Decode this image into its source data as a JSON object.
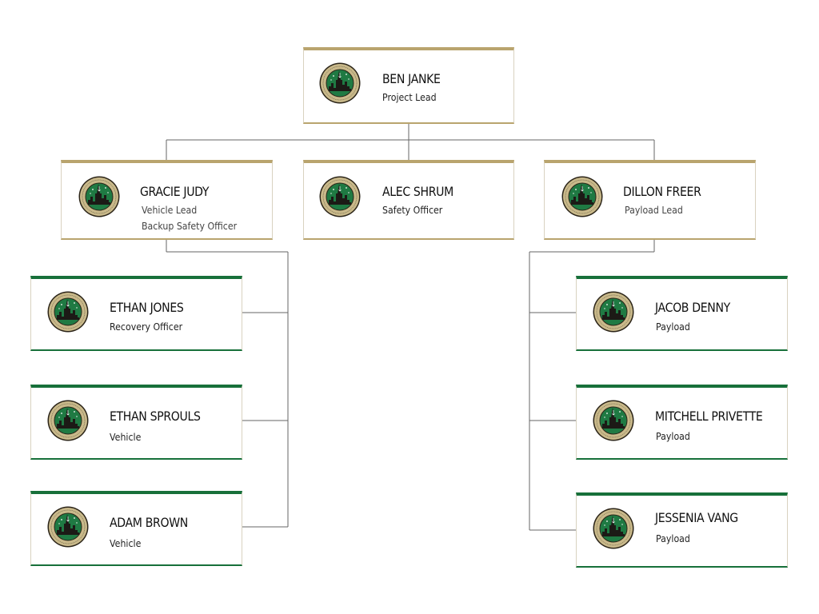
{
  "colors": {
    "gold": "#b9a46e",
    "green": "#17703a",
    "connector": "#666666"
  },
  "logo": {
    "icon": "team-logo-icon",
    "arc_text": "49th ROCKETRY TEAM",
    "bottom_text": "UNC CHARLOTTE"
  },
  "members": {
    "ben": {
      "name": "BEN JANKE",
      "roles": [
        "Project Lead"
      ]
    },
    "gracie": {
      "name": "GRACIE JUDY",
      "roles": [
        "Vehicle Lead",
        "Backup Safety Officer"
      ]
    },
    "alec": {
      "name": "ALEC SHRUM",
      "roles": [
        "Safety Officer"
      ]
    },
    "dillon": {
      "name": "DILLON FREER",
      "roles": [
        "Payload Lead"
      ]
    },
    "ethanj": {
      "name": "ETHAN JONES",
      "roles": [
        "Recovery Officer"
      ]
    },
    "ethans": {
      "name": "ETHAN SPROULS",
      "roles": [
        "Vehicle"
      ]
    },
    "adam": {
      "name": "ADAM BROWN",
      "roles": [
        "Vehicle"
      ]
    },
    "jacob": {
      "name": "JACOB DENNY",
      "roles": [
        "Payload"
      ]
    },
    "mitchell": {
      "name": "MITCHELL PRIVETTE",
      "roles": [
        "Payload"
      ]
    },
    "jessenia": {
      "name": "JESSENIA VANG",
      "roles": [
        "Payload"
      ]
    }
  }
}
